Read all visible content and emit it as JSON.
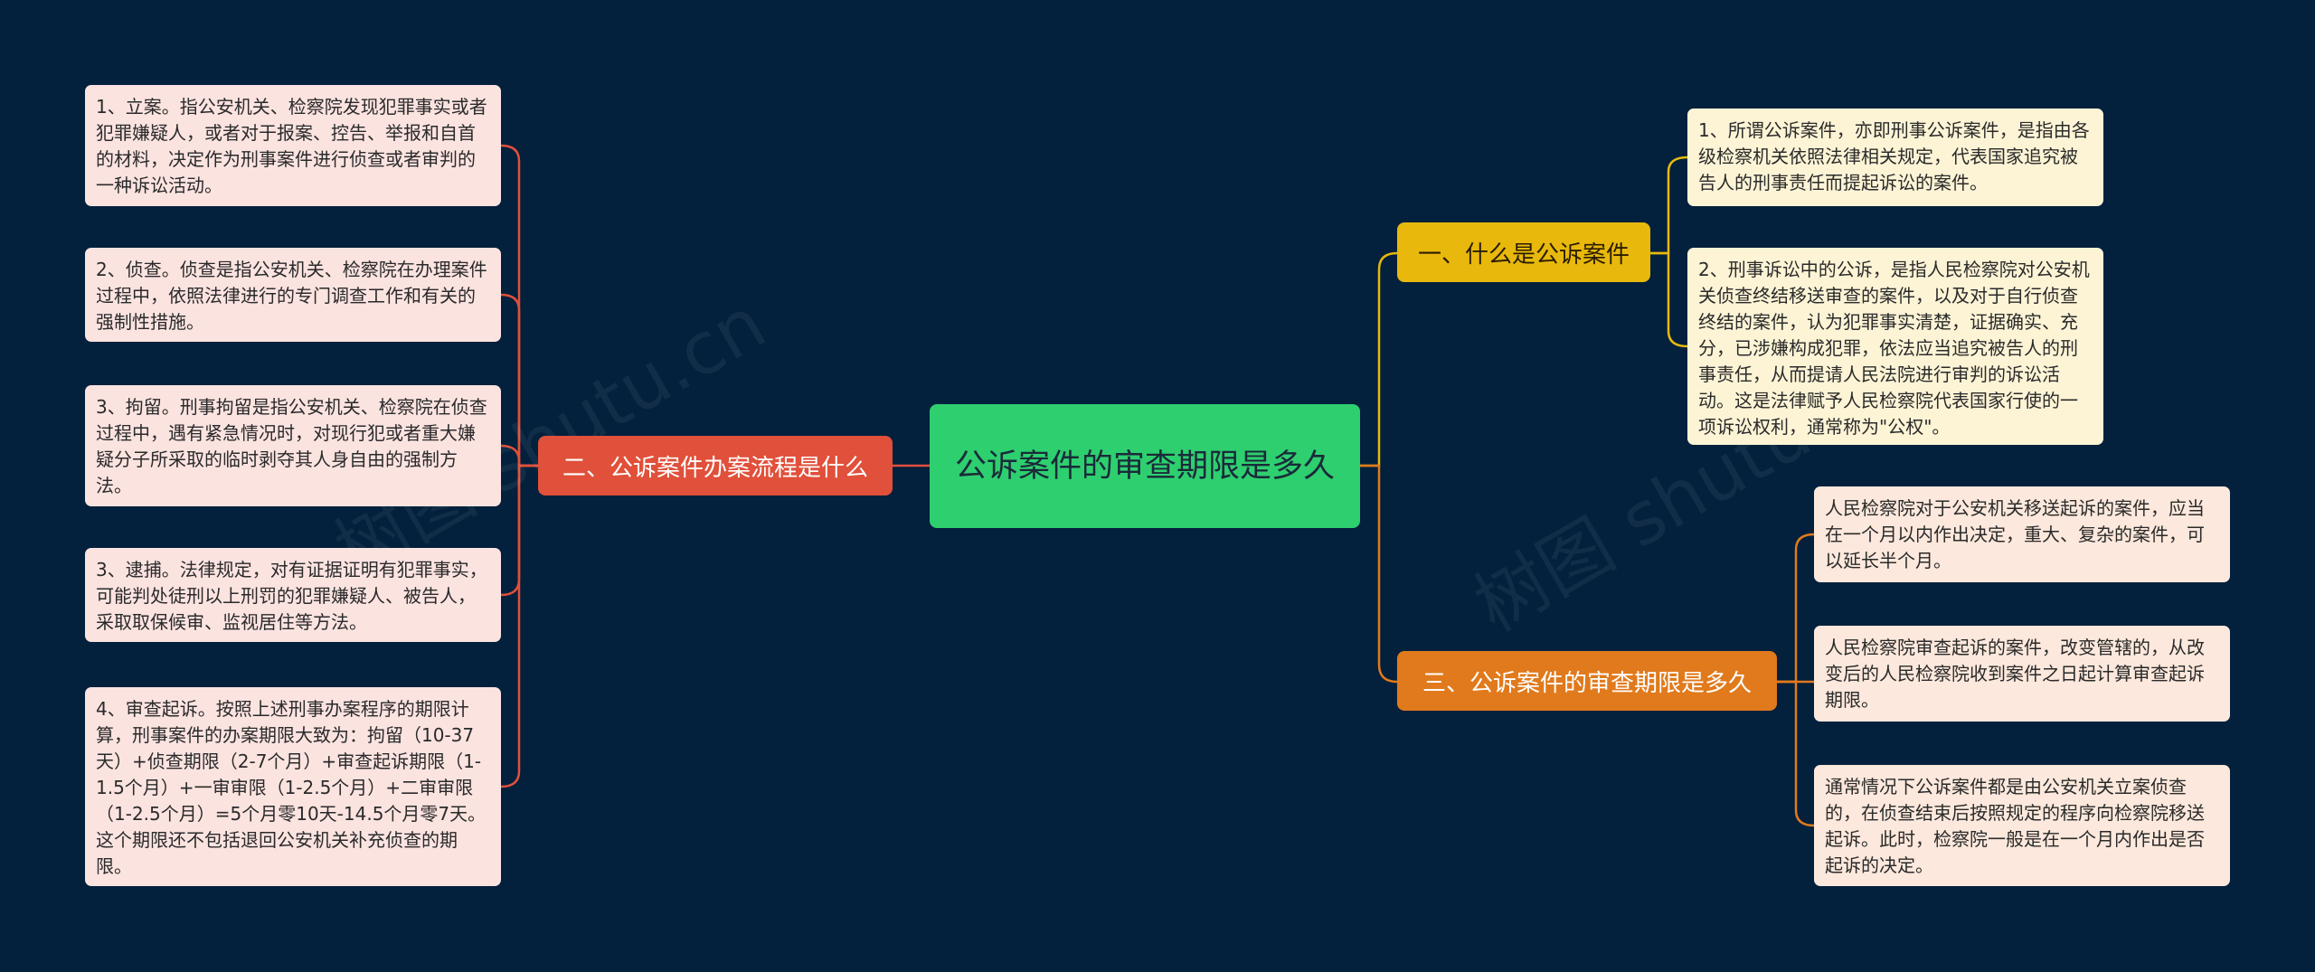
{
  "root": {
    "label": "公诉案件的审查期限是多久"
  },
  "branches": [
    {
      "label": "一、什么是公诉案件",
      "color": "#e8b90c",
      "leaves": [
        "1、所谓公诉案件，亦即刑事公诉案件，是指由各级检察机关依照法律相关规定，代表国家追究被告人的刑事责任而提起诉讼的案件。",
        "2、刑事诉讼中的公诉，是指人民检察院对公安机关侦查终结移送审查的案件，以及对于自行侦查终结的案件，认为犯罪事实清楚，证据确实、充分，已涉嫌构成犯罪，依法应当追究被告人的刑事责任，从而提请人民法院进行审判的诉讼活动。这是法律赋予人民检察院代表国家行使的一项诉讼权利，通常称为\"公权\"。"
      ]
    },
    {
      "label": "二、公诉案件办案流程是什么",
      "color": "#e0503a",
      "leaves": [
        "1、立案。指公安机关、检察院发现犯罪事实或者犯罪嫌疑人，或者对于报案、控告、举报和自首的材料，决定作为刑事案件进行侦查或者审判的一种诉讼活动。",
        "2、侦查。侦查是指公安机关、检察院在办理案件过程中，依照法律进行的专门调查工作和有关的强制性措施。",
        "3、拘留。刑事拘留是指公安机关、检察院在侦查过程中，遇有紧急情况时，对现行犯或者重大嫌疑分子所采取的临时剥夺其人身自由的强制方法。",
        "3、逮捕。法律规定，对有证据证明有犯罪事实，可能判处徒刑以上刑罚的犯罪嫌疑人、被告人，采取取保候审、监视居住等方法。",
        "4、审查起诉。按照上述刑事办案程序的期限计算，刑事案件的办案期限大致为：拘留（10-37天）+侦查期限（2-7个月）+审查起诉期限（1-1.5个月）+一审审限（1-2.5个月）+二审审限（1-2.5个月）=5个月零10天-14.5个月零7天。这个期限还不包括退回公安机关补充侦查的期限。"
      ]
    },
    {
      "label": "三、公诉案件的审查期限是多久",
      "color": "#e17a1c",
      "leaves": [
        "人民检察院对于公安机关移送起诉的案件，应当在一个月以内作出决定，重大、复杂的案件，可以延长半个月。",
        "人民检察院审查起诉的案件，改变管辖的，从改变后的人民检察院收到案件之日起计算审查起诉期限。",
        "通常情况下公诉案件都是由公安机关立案侦查的，在侦查结束后按照规定的程序向检察院移送起诉。此时，检察院一般是在一个月内作出是否起诉的决定。"
      ]
    }
  ],
  "watermarks": [
    "树图 shutu.cn",
    "树图 shutu.cn"
  ]
}
